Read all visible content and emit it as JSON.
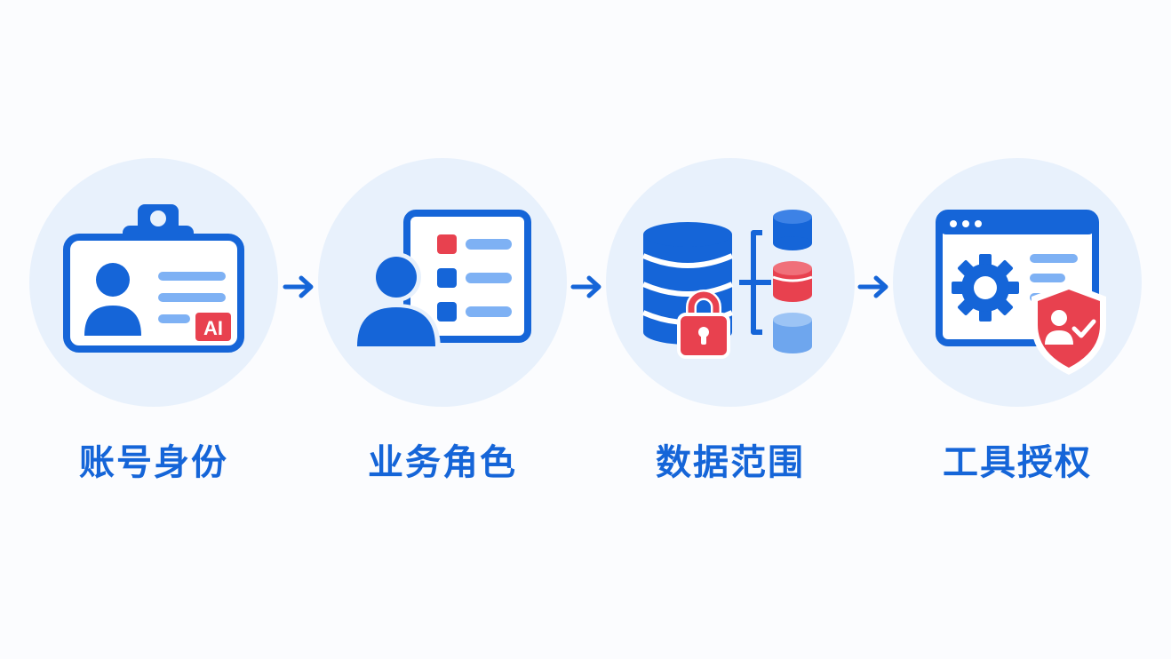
{
  "colors": {
    "primary_blue": "#1565d8",
    "light_blue": "#7eb1f4",
    "circle_bg": "#e8f1fc",
    "accent_red": "#e8414f",
    "background": "#fbfcfe"
  },
  "steps": [
    {
      "label": "账号身份",
      "icon": "id-badge-icon",
      "badge": "AI"
    },
    {
      "label": "业务角色",
      "icon": "user-role-list-icon"
    },
    {
      "label": "数据范围",
      "icon": "database-lock-icon"
    },
    {
      "label": "工具授权",
      "icon": "tool-window-shield-icon"
    }
  ],
  "arrows": [
    "arrow-right-icon",
    "arrow-right-icon",
    "arrow-right-icon"
  ]
}
